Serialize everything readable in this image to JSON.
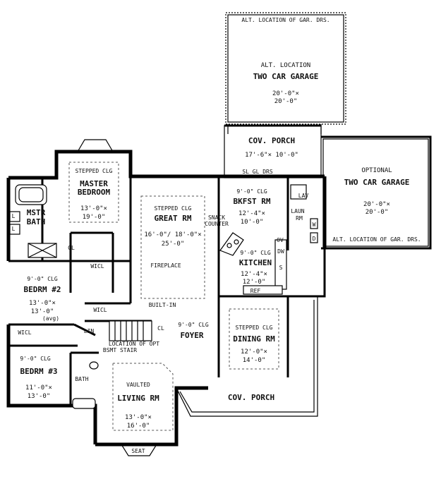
{
  "labels": {
    "alt_gar_doors_top": "ALT. LOCATION OF GAR. DRS.",
    "alt_location": "ALT. LOCATION",
    "two_car_garage_top": "TWO CAR GARAGE",
    "garage_top_dim_1": "20'-0\"×",
    "garage_top_dim_2": "20'-0\"",
    "cov_porch_top": "COV. PORCH",
    "cov_porch_top_dim": "17'-6\"× 10'-0\"",
    "sl_gl_drs": "SL GL DRS",
    "optional": "OPTIONAL",
    "two_car_garage_right": "TWO CAR GARAGE",
    "garage_right_dim_1": "20'-0\"×",
    "garage_right_dim_2": "20'-0\"",
    "alt_gar_doors_right": "ALT. LOCATION OF GAR. DRS.",
    "master_stepped": "STEPPED CLG",
    "master_name_1": "MASTER",
    "master_name_2": "BEDROOM",
    "master_dim_1": "13'-0\"×",
    "master_dim_2": "19'-0\"",
    "mstr_bath_1": "MSTR",
    "mstr_bath_2": "BATH",
    "cl_master": "CL",
    "wicl_master": "WICL",
    "great_stepped": "STEPPED CLG",
    "great_name": "GREAT RM",
    "great_dim_1": "16'-0\"/ 18'-0\"×",
    "great_dim_2": "25'-0\"",
    "fireplace": "FIREPLACE",
    "built_in": "BUILT-IN",
    "snack_1": "SNACK",
    "snack_2": "COUNTER",
    "bkfst_clg": "9'-0\" CLG",
    "bkfst_name": "BKFST RM",
    "bkfst_dim_1": "12'-4\"×",
    "bkfst_dim_2": "10'-0\"",
    "lav": "LAV",
    "laun_1": "LAUN",
    "laun_2": "RM",
    "w": "W",
    "d": "D",
    "dw": "DW",
    "ov": "OV",
    "kitchen_clg": "9'-0\" CLG",
    "kitchen_name": "KITCHEN",
    "kitchen_dim_1": "12'-4\"×",
    "kitchen_dim_2": "12'-0\"",
    "s": "S",
    "ref": "REF",
    "bed2_clg": "9'-0\" CLG",
    "bed2_name": "BEDRM #2",
    "bed2_dim_1": "13'-0\"×",
    "bed2_dim_2": "13'-0\"",
    "bed2_avg": "(avg)",
    "wicl_bed2": "WICL",
    "wicl_bed3": "WICL",
    "lin": "LIN",
    "cl_foyer": "CL",
    "bsmt_1": "LOCATION OF OPT",
    "bsmt_2": "BSMT STAIR",
    "foyer_clg": "9'-0\" CLG",
    "foyer_name": "FOYER",
    "bed3_clg": "9'-0\" CLG",
    "bed3_name": "BEDRM #3",
    "bed3_dim_1": "11'-0\"×",
    "bed3_dim_2": "13'-0\"",
    "bath": "BATH",
    "vaulted": "VAULTED",
    "living_name": "LIVING RM",
    "living_dim_1": "13'-0\"×",
    "living_dim_2": "16'-0\"",
    "seat": "SEAT",
    "dining_stepped": "STEPPED CLG",
    "dining_name": "DINING RM",
    "dining_dim_1": "12'-0\"×",
    "dining_dim_2": "14'-0\"",
    "cov_porch_front": "COV. PORCH"
  }
}
